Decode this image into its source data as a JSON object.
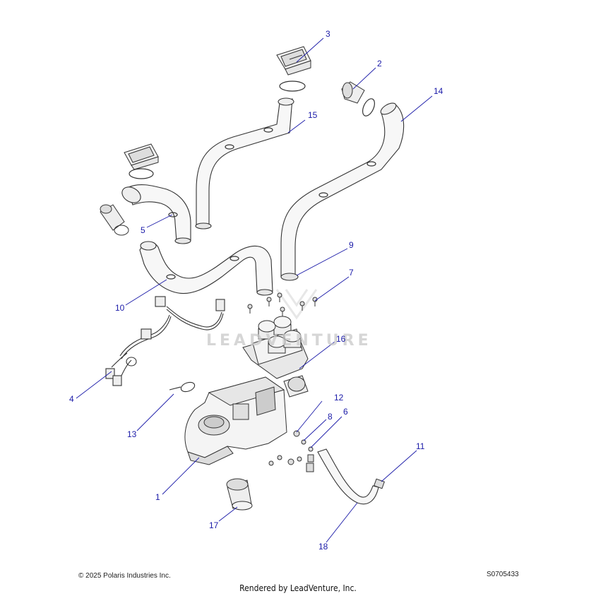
{
  "diagram": {
    "callouts": [
      "1",
      "2",
      "3",
      "4",
      "5",
      "6",
      "7",
      "8",
      "9",
      "10",
      "11",
      "12",
      "13",
      "14",
      "15",
      "16",
      "17",
      "18"
    ],
    "leader_color": "#1a1aa8",
    "label_color": "#1a1aa8"
  },
  "watermark": {
    "text": "LEADVENTURE"
  },
  "footer": {
    "copyright": "© 2025 Polaris Industries Inc.",
    "drawing_id": "S0705433",
    "render_credit": "Rendered by LeadVenture, Inc."
  }
}
